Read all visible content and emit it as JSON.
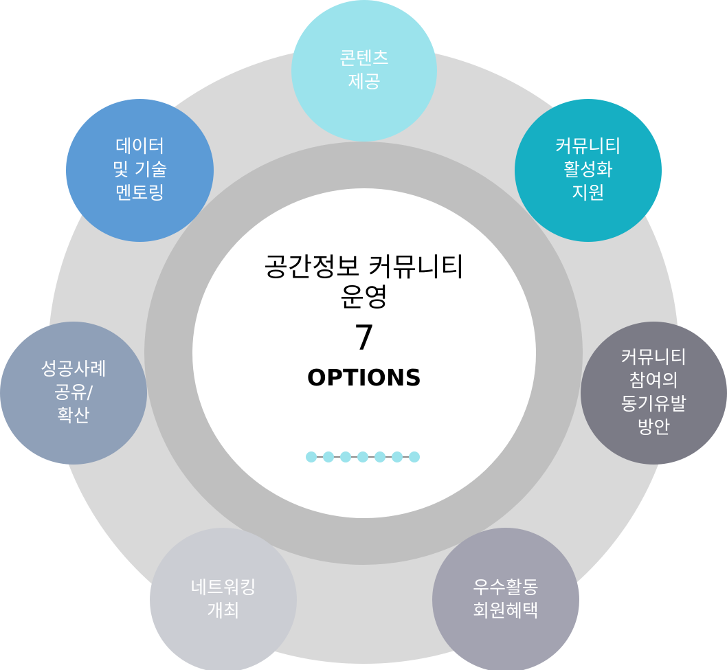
{
  "center": {
    "title_line1": "공간정보 커뮤니티",
    "title_line2": "운영",
    "number": "7",
    "options_label": "OPTIONS",
    "dot_count": 7
  },
  "nodes": [
    {
      "id": "content",
      "lines": [
        "콘텐츠",
        "제공"
      ],
      "color": "#9be3ec"
    },
    {
      "id": "activation",
      "lines": [
        "커뮤니티",
        "활성화",
        "지원"
      ],
      "color": "#16afc3"
    },
    {
      "id": "motivation",
      "lines": [
        "커뮤니티",
        "참여의",
        "동기유발",
        "방안"
      ],
      "color": "#7b7b86"
    },
    {
      "id": "benefits",
      "lines": [
        "우수활동",
        "회원혜택"
      ],
      "color": "#a3a3b1"
    },
    {
      "id": "networking",
      "lines": [
        "네트워킹",
        "개최"
      ],
      "color": "#cbcdd3"
    },
    {
      "id": "sharing",
      "lines": [
        "성공사례",
        "공유/",
        "확산"
      ],
      "color": "#8fa0b8"
    },
    {
      "id": "mentoring",
      "lines": [
        "데이터",
        "및 기술",
        "멘토링"
      ],
      "color": "#5c9bd6"
    }
  ],
  "colors": {
    "outer_ring": "#d9d9d9",
    "middle_ring": "#bfbfbf",
    "dot": "#9be3ec",
    "dot_line": "#8c8c8c"
  }
}
